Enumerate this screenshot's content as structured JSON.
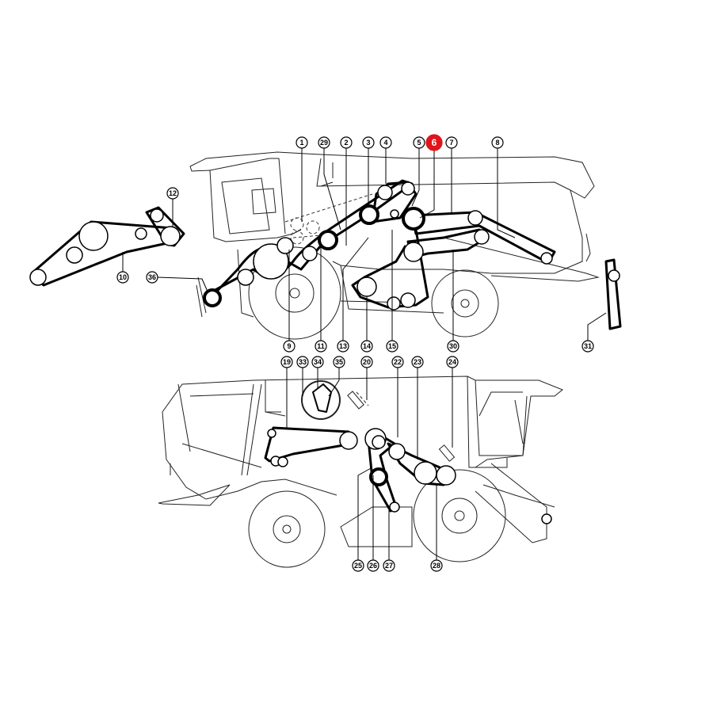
{
  "diagram": {
    "title": "Combine harvester belt drive layout",
    "highlight_color": "#e0151b",
    "highlighted_callout": "6",
    "top_view_callouts": [
      "1",
      "29",
      "2",
      "3",
      "4",
      "5",
      "6",
      "7",
      "8",
      "12",
      "10",
      "36",
      "9",
      "11",
      "13",
      "14",
      "15",
      "30",
      "31"
    ],
    "bottom_view_callouts": [
      "19",
      "33",
      "34",
      "35",
      "20",
      "22",
      "23",
      "24",
      "25",
      "26",
      "27",
      "28"
    ]
  }
}
